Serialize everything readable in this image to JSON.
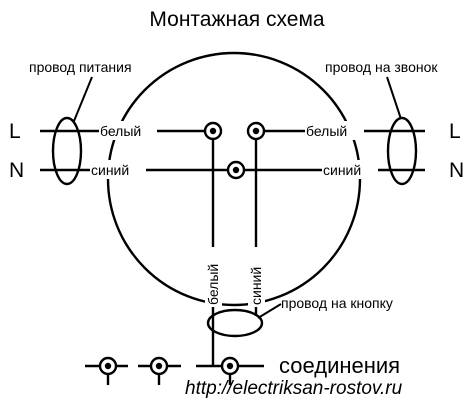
{
  "title": "Монтажная схема",
  "labels": {
    "power_wire": "провод питания",
    "bell_wire": "провод на звонок",
    "button_wire": "провод на кнопку",
    "line_left": "L",
    "neutral_left": "N",
    "line_right": "L",
    "neutral_right": "N",
    "white_left": "белый",
    "blue_left": "синий",
    "white_right": "белый",
    "blue_right": "синий",
    "white_vertical": "белый",
    "blue_vertical": "синий",
    "connections": "соединения",
    "url": "http://electriksan-rostov.ru"
  },
  "colors": {
    "line": "#000000",
    "background": "#ffffff"
  }
}
